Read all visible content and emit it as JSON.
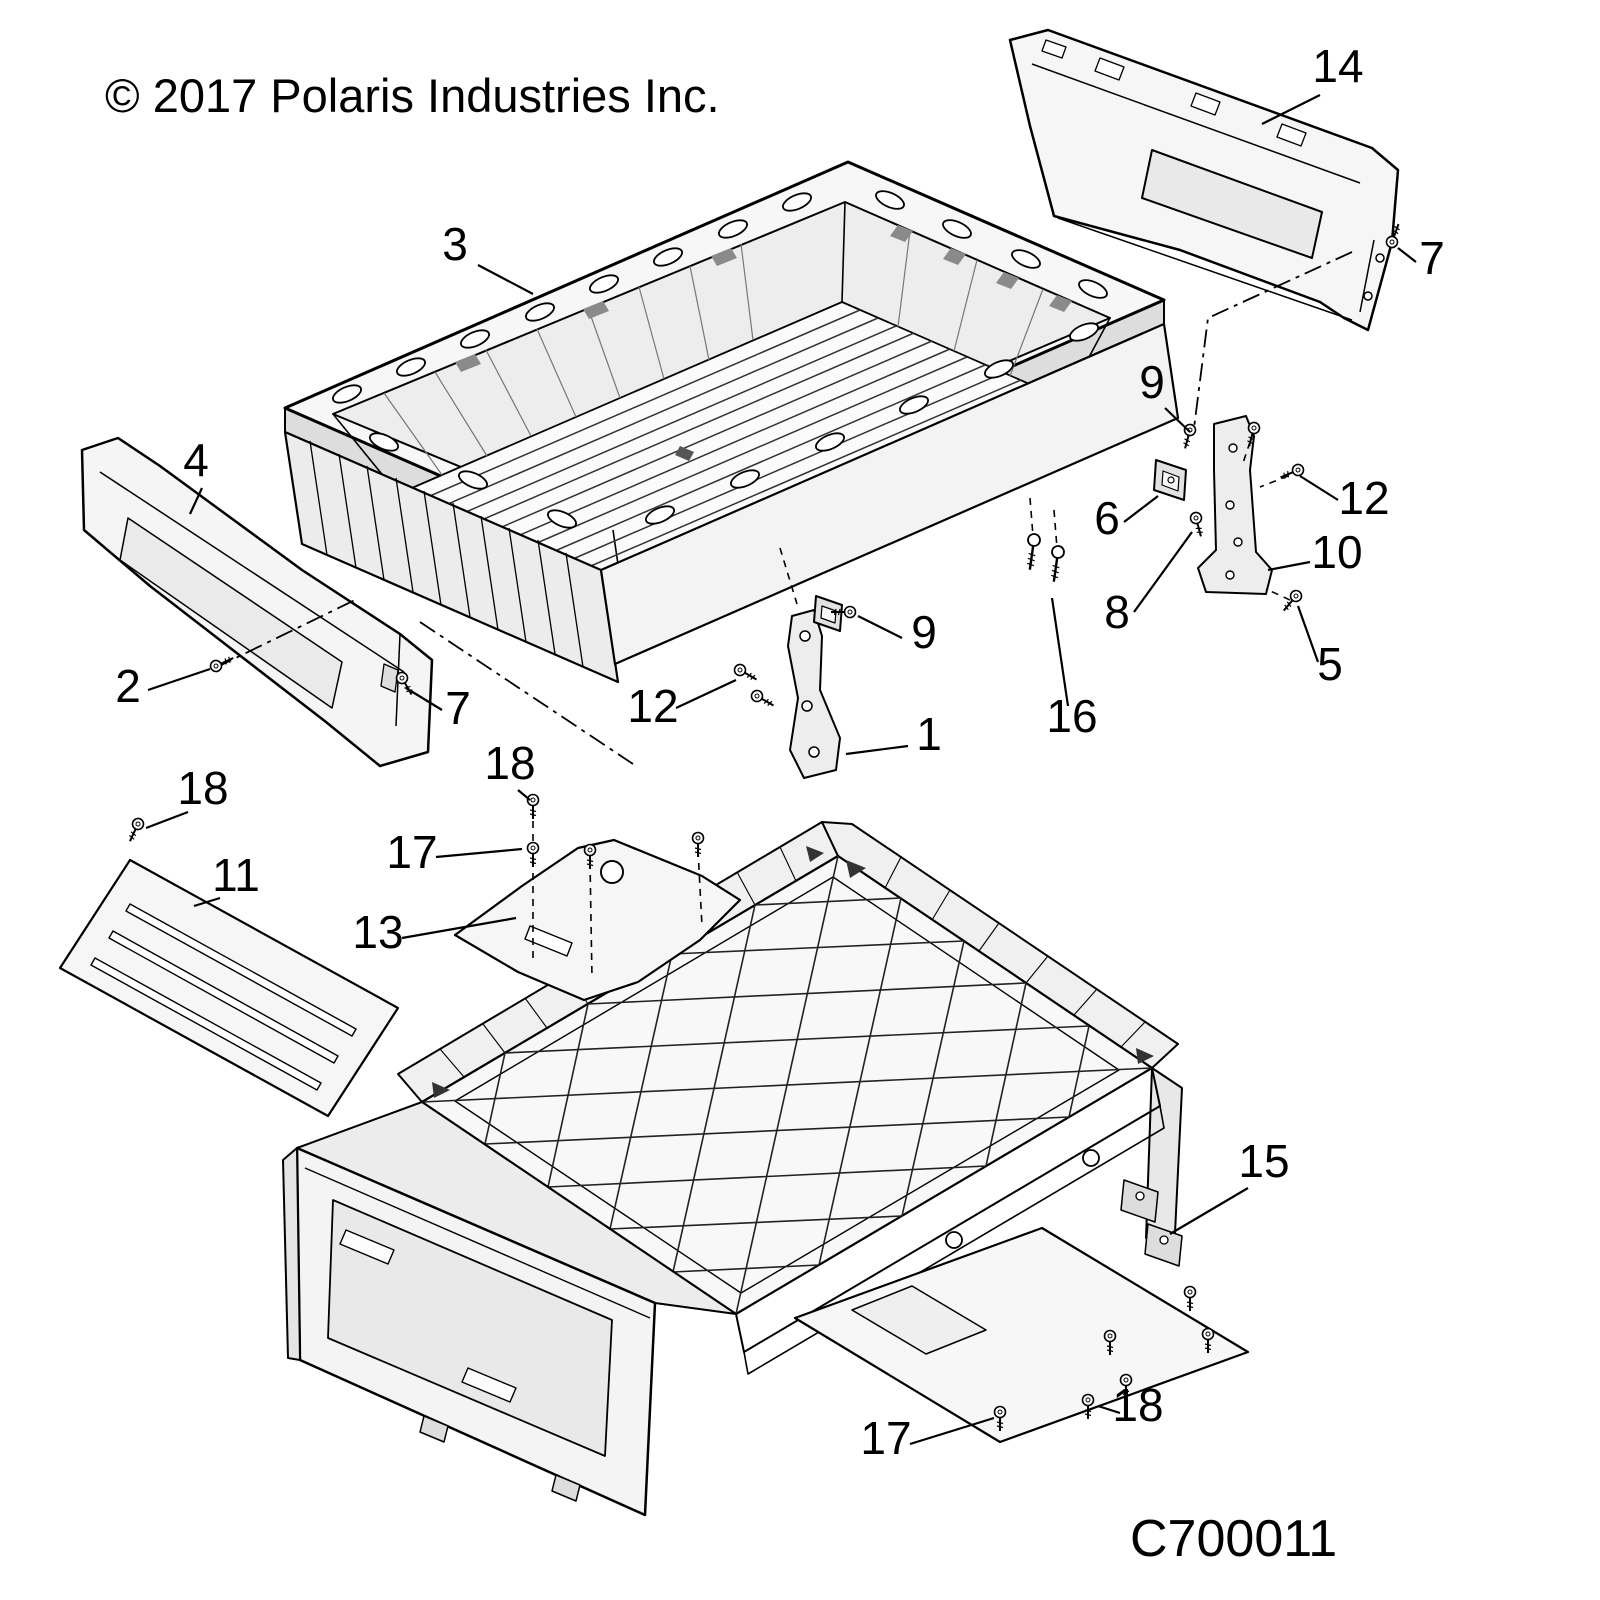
{
  "diagram": {
    "copyright": "© 2017 Polaris Industries Inc.",
    "code": "C700011",
    "colors": {
      "background": "#ffffff",
      "line": "#000000",
      "fill_light": "#f6f6f6",
      "fill_mid": "#ececec",
      "fill_dark": "#dddddd"
    },
    "callouts": [
      {
        "label": "3"
      },
      {
        "label": "14"
      },
      {
        "label": "7"
      },
      {
        "label": "9"
      },
      {
        "label": "6"
      },
      {
        "label": "12"
      },
      {
        "label": "10"
      },
      {
        "label": "8"
      },
      {
        "label": "5"
      },
      {
        "label": "4"
      },
      {
        "label": "2"
      },
      {
        "label": "7"
      },
      {
        "label": "12"
      },
      {
        "label": "9"
      },
      {
        "label": "1"
      },
      {
        "label": "16"
      },
      {
        "label": "18"
      },
      {
        "label": "18"
      },
      {
        "label": "17"
      },
      {
        "label": "13"
      },
      {
        "label": "11"
      },
      {
        "label": "15"
      },
      {
        "label": "18"
      },
      {
        "label": "17"
      }
    ]
  }
}
